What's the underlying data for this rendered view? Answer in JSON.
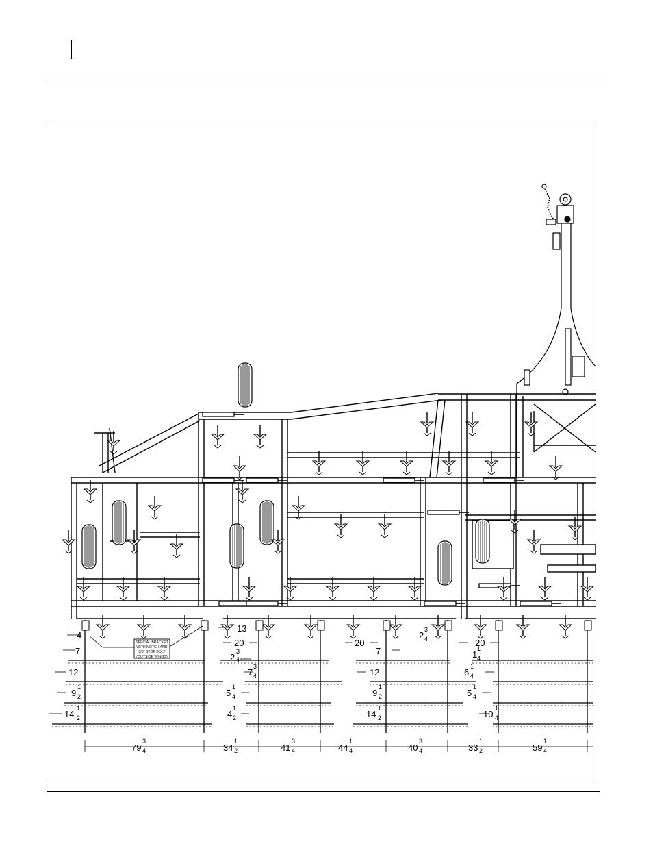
{
  "note": {
    "line1": "SPECIAL BRACKET",
    "line2": "WITH NOTCH AND",
    "line3": "5/8\" STOP BOLT",
    "line4": "(OUTSIDE WINGS)"
  },
  "dims": {
    "d4": "4",
    "d13": "13",
    "d20a": "20",
    "d20b": "20",
    "d20c": "20",
    "d2_34": "2",
    "d2_34_num": "3",
    "d2_34_den": "4",
    "d2_34b": "2",
    "d2_34b_num": "3",
    "d2_34b_den": "4",
    "d7a": "7",
    "d7b": "7",
    "d1_14": "1",
    "d1_14_num": "1",
    "d1_14_den": "4",
    "d12a": "12",
    "d12b": "12",
    "d7_34": "7",
    "d7_34_num": "3",
    "d7_34_den": "4",
    "d6_14": "6",
    "d6_14_num": "1",
    "d6_14_den": "4",
    "d9_12a": "9",
    "d9_12a_num": "1",
    "d9_12a_den": "2",
    "d9_12b": "9",
    "d9_12b_num": "1",
    "d9_12b_den": "2",
    "d5_14a": "5",
    "d5_14a_num": "1",
    "d5_14a_den": "4",
    "d5_14b": "5",
    "d5_14b_num": "1",
    "d5_14b_den": "4",
    "d14_12a": "14",
    "d14_12a_num": "1",
    "d14_12a_den": "2",
    "d14_12b": "14",
    "d14_12b_num": "1",
    "d14_12b_den": "2",
    "d4_12": "4",
    "d4_12_num": "1",
    "d4_12_den": "2",
    "d10_14": "10",
    "d10_14_num": "1",
    "d10_14_den": "4"
  },
  "bottom_dims": [
    {
      "whole": "79",
      "num": "3",
      "den": "4"
    },
    {
      "whole": "34",
      "num": "1",
      "den": "2"
    },
    {
      "whole": "41",
      "num": "3",
      "den": "4"
    },
    {
      "whole": "44",
      "num": "1",
      "den": "4"
    },
    {
      "whole": "40",
      "num": "3",
      "den": "4"
    },
    {
      "whole": "33",
      "num": "1",
      "den": "2"
    },
    {
      "whole": "59",
      "num": "1",
      "den": "4"
    }
  ]
}
